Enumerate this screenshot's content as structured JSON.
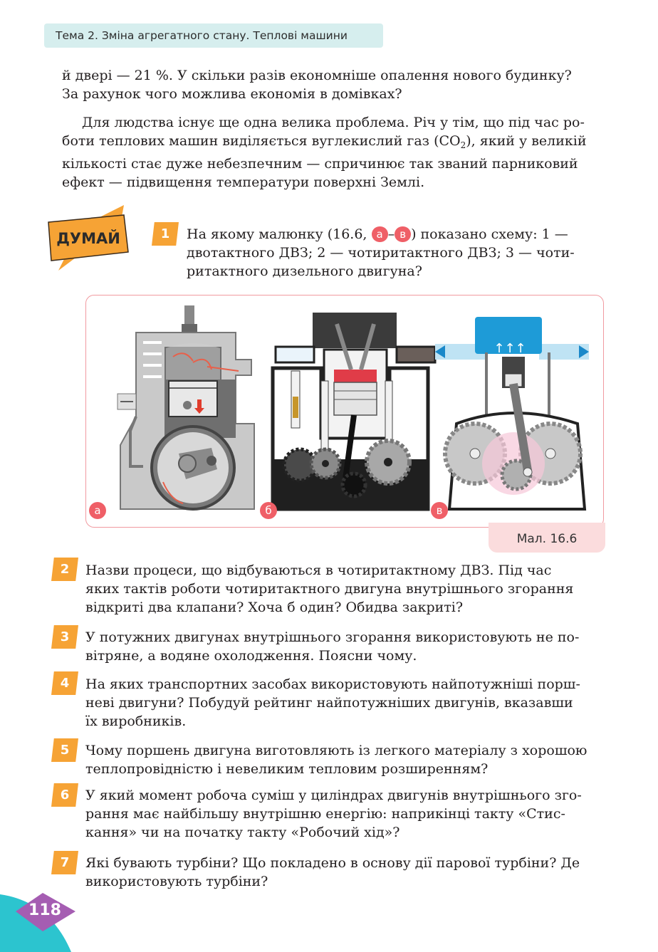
{
  "header": {
    "title": "Тема 2. Зміна агрегатного стану. Теплові машини"
  },
  "intro": {
    "p1": [
      "й двері — 21 %. У скільки разів економніше опалення нового будинку?",
      "За рахунок чого можлива економія в домівках?"
    ],
    "p2_l1": "Для людства існує ще одна велика проблема. Річ у тім, що під час ро-",
    "p2_l2a": "боти теплових машин виділяється вуглекислий газ (CO",
    "p2_l2sub": "2",
    "p2_l2b": "), який у великій",
    "p2_l3": "кількості стає дуже небезпечним — спричинює так званий парниковий",
    "p2_l4": "ефект — підвищення температури поверхні Землі."
  },
  "badge": {
    "label": "ДУМАЙ"
  },
  "colors": {
    "orange": "#f6a335",
    "pink": "#ef5f67",
    "teal": "#2cc4cf",
    "purple": "#a55db2"
  },
  "questions": {
    "q1": {
      "num": "1",
      "l1a": "На якому малюнку (16.6, ",
      "tag_a": "а",
      "dash": "–",
      "tag_v": "в",
      "l1b": ") показано схему: 1 —",
      "l2": "двотактного ДВЗ; 2 — чотиритактного ДВЗ; 3 — чоти-",
      "l3": "ритактного дизельного двигуна?"
    },
    "list": [
      {
        "num": "2",
        "lines": [
          "Назви процеси, що відбуваються в чотиритактному ДВЗ. Під час",
          "яких тактів роботи чотиритактного двигуна внутрішнього згорання",
          "відкриті два клапани? Хоча б один? Обидва закриті?"
        ]
      },
      {
        "num": "3",
        "lines": [
          "У потужних двигунах внутрішнього згорання використовують не по-",
          "вітряне, а водяне охолодження. Поясни чому."
        ]
      },
      {
        "num": "4",
        "lines": [
          "На яких транспортних засобах використовують найпотужніші порш-",
          "неві двигуни? Побудуй рейтинг найпотужніших двигунів, вказавши",
          "їх виробників."
        ]
      },
      {
        "num": "5",
        "lines": [
          "Чому поршень двигуна виготовляють із легкого матеріалу з хорошою",
          "теплопровідністю і невеликим тепловим розширенням?"
        ]
      },
      {
        "num": "6",
        "lines": [
          "У який момент робоча суміш у циліндрах двигунів внутрішнього зго-",
          "рання має найбільшу внутрішню енергію: наприкінці такту «Стис-",
          "кання» чи на початку такту «Робочий хід»?"
        ]
      },
      {
        "num": "7",
        "lines": [
          "Які бувають турбіни? Що покладено в основу дії парової турбіни? Де",
          "використовують турбіни?"
        ]
      }
    ]
  },
  "figure": {
    "labels": {
      "a": "а",
      "b": "б",
      "v": "в"
    },
    "caption": "Мал. 16.6"
  },
  "page": {
    "number": "118"
  }
}
